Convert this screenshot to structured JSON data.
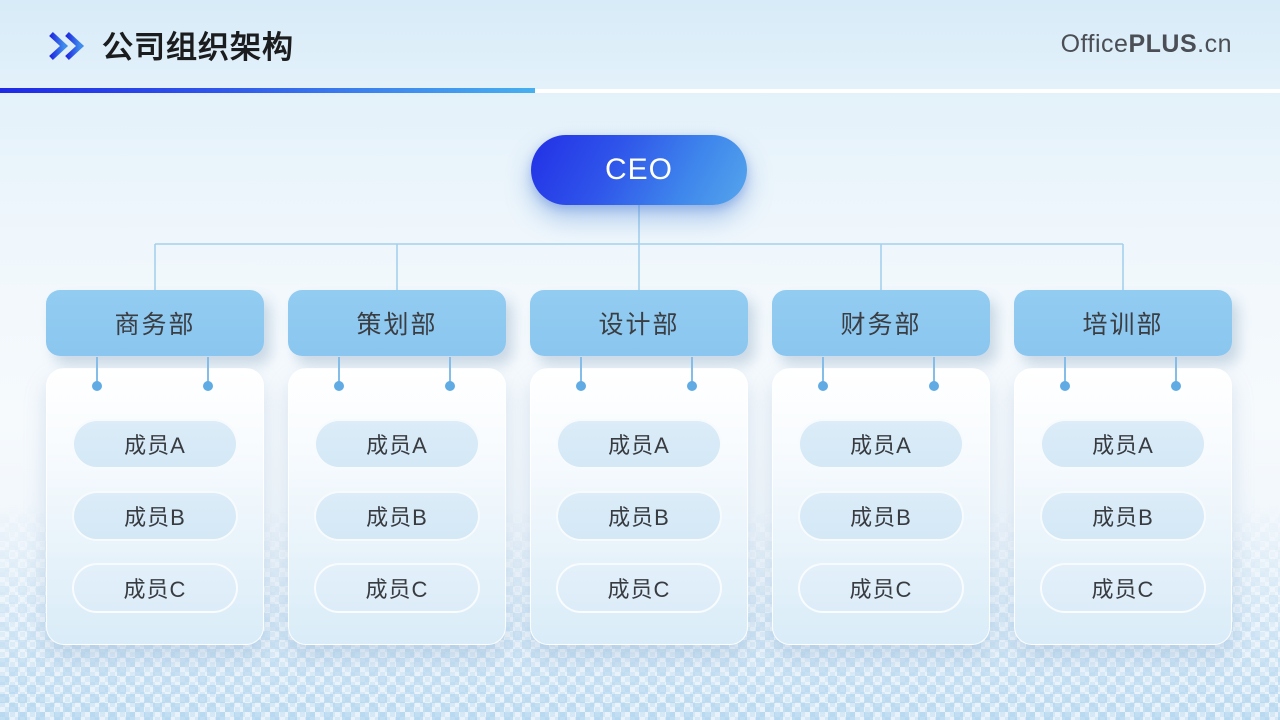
{
  "header": {
    "title": "公司组织架构",
    "logo": {
      "office": "Office",
      "plus": "PLUS",
      "cn": ".cn"
    }
  },
  "org": {
    "root_label": "CEO",
    "departments": [
      {
        "name": "商务部",
        "members": [
          "成员A",
          "成员B",
          "成员C"
        ]
      },
      {
        "name": "策划部",
        "members": [
          "成员A",
          "成员B",
          "成员C"
        ]
      },
      {
        "name": "设计部",
        "members": [
          "成员A",
          "成员B",
          "成员C"
        ]
      },
      {
        "name": "财务部",
        "members": [
          "成员A",
          "成员B",
          "成员C"
        ]
      },
      {
        "name": "培训部",
        "members": [
          "成员A",
          "成员B",
          "成员C"
        ]
      }
    ]
  },
  "colors": {
    "accent_dark_blue": "#2230e6",
    "accent_light_blue": "#55a5ec",
    "department_fill": "#8ac6ef",
    "member_fill": "#d8eaf7",
    "connector_line": "#a5d1ec",
    "connector_dot": "#61abe4",
    "divider_white": "#ffffff",
    "title_text": "#1b1c1e",
    "body_text": "#3a3d42"
  }
}
